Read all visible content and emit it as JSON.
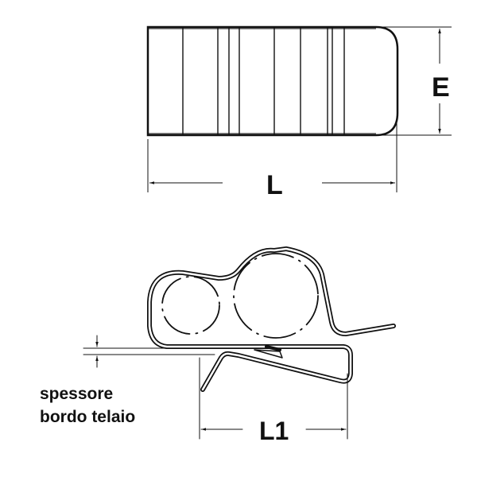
{
  "top_view": {
    "dimension_height_label": "E",
    "dimension_length_label": "L"
  },
  "side_view": {
    "dimension_length_label": "L1",
    "thickness_label_line1": "spessore",
    "thickness_label_line2": "bordo telaio"
  },
  "colors": {
    "line": "#111111",
    "background": "#ffffff"
  }
}
